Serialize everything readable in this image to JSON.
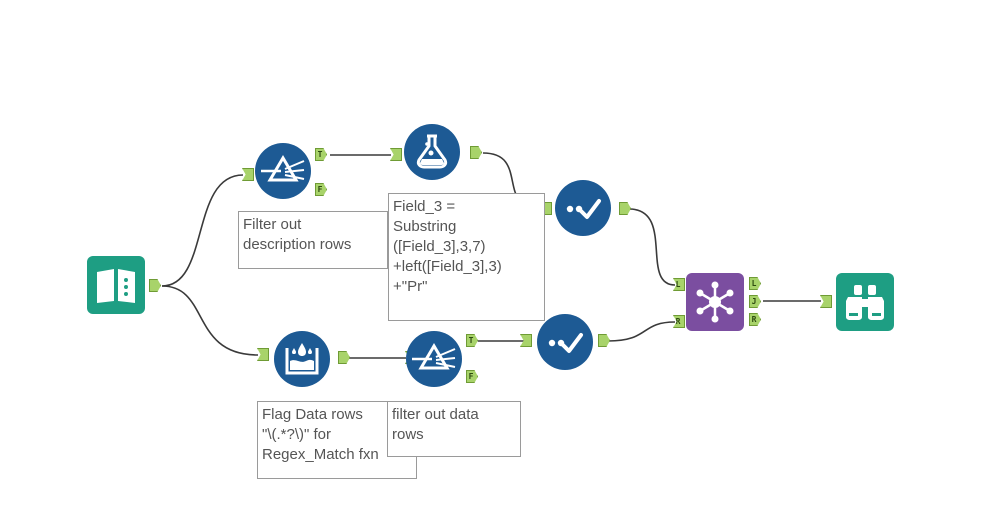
{
  "colors": {
    "filter": "#1d5a94",
    "formula": "#1d5a94",
    "select": "#1d5a94",
    "join": "#7b4ea0",
    "input": "#1e9e83",
    "browse": "#1e9e83",
    "anchor": "#a8d36a",
    "wire": "#3a3a3a"
  },
  "icons": {
    "input": "book-icon",
    "filter_top": "filter-prism-icon",
    "formula": "flask-icon",
    "select_top": "checkmark-icon",
    "regex": "water-drop-beaker-icon",
    "filter_bottom": "filter-prism-icon",
    "select_bottom": "checkmark-icon",
    "join": "network-icon",
    "browse": "binoculars-icon"
  },
  "anchors": {
    "true": "T",
    "false": "F",
    "left": "L",
    "join": "J",
    "right": "R"
  },
  "comments": {
    "filter_top": "Filter out\ndescription rows",
    "formula": "Field_3 =\nSubstring\n([Field_3],3,7)\n+left([Field_3],3)\n+\"Pr\"",
    "regex": "Flag Data rows\n\"\\(.*?\\)\" for\nRegex_Match fxn",
    "filter_bottom": "filter out data\nrows"
  }
}
